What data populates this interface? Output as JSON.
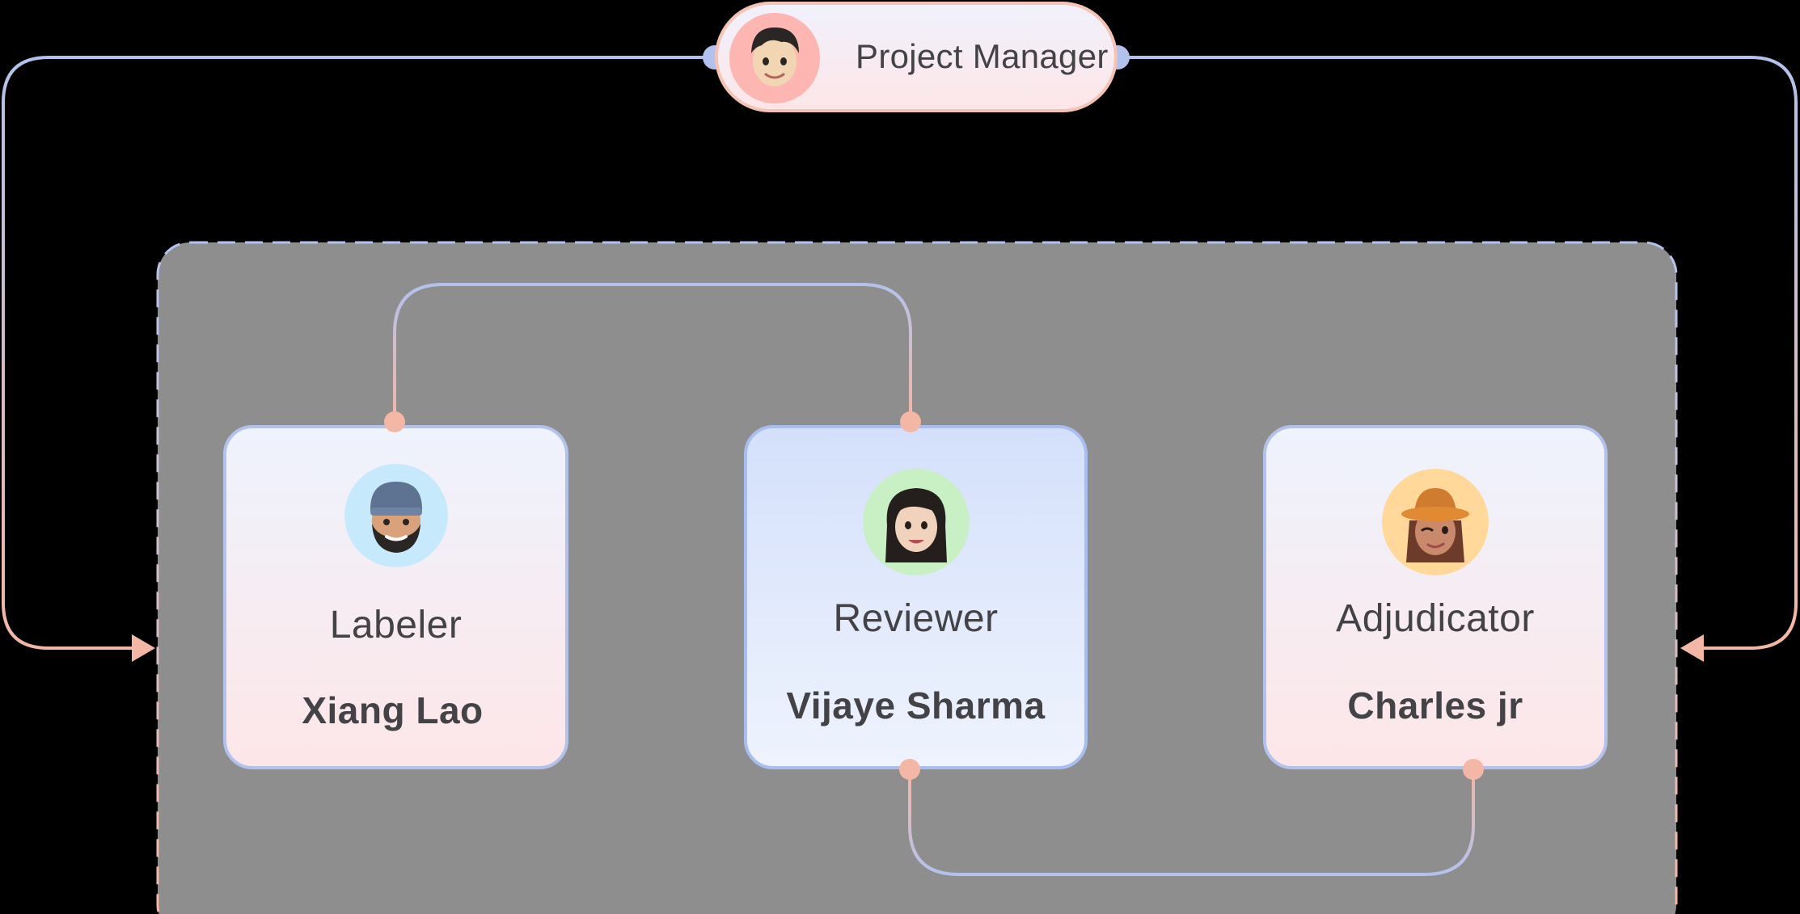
{
  "project_manager": {
    "title": "Project Manager",
    "avatar_icon": "memoji-man-dark-hair-icon",
    "avatar_bg": "#fdb6b1"
  },
  "cards": [
    {
      "role": "Labeler",
      "name": "Xiang Lao",
      "avatar_icon": "memoji-bearded-man-beanie-icon",
      "avatar_bg": "#c6e9fb"
    },
    {
      "role": "Reviewer",
      "name": "Vijaye Sharma",
      "avatar_icon": "memoji-woman-dark-hair-icon",
      "avatar_bg": "#c9efc4"
    },
    {
      "role": "Adjudicator",
      "name": "Charles jr",
      "avatar_icon": "memoji-woman-bucket-hat-icon",
      "avatar_bg": "#ffd89a"
    }
  ],
  "colors": {
    "connector_blue": "#b3c2ec",
    "connector_peach": "#f5b7a5",
    "group_fill": "#8e8e8e",
    "text": "#434347"
  }
}
